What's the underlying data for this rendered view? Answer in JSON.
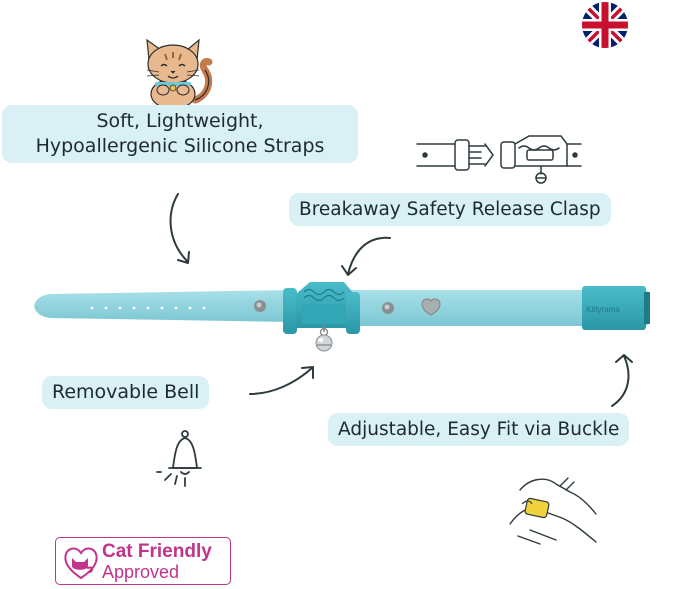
{
  "labels": {
    "soft_line1": "Soft, Lightweight,",
    "soft_line2": "Hypoallergenic Silicone Straps",
    "clasp": "Breakaway Safety Release Clasp",
    "bell": "Removable Bell",
    "adjust": "Adjustable, Easy Fit via Buckle"
  },
  "collar": {
    "brand": "Kittyrama"
  },
  "badge": {
    "line1": "Cat Friendly",
    "line2": "Approved"
  },
  "colors": {
    "label_bg": "#d9f0f4",
    "strap": "#8fd3de",
    "strap_dark": "#3aaab9",
    "badge": "#c2338b",
    "ink": "#2e3b3e"
  },
  "icons": {
    "flag": "uk-flag-icon",
    "cat": "cat-illustration",
    "clasp": "clasp-diagram-icon",
    "bell": "bell-icon",
    "hand": "hand-buckle-icon"
  }
}
